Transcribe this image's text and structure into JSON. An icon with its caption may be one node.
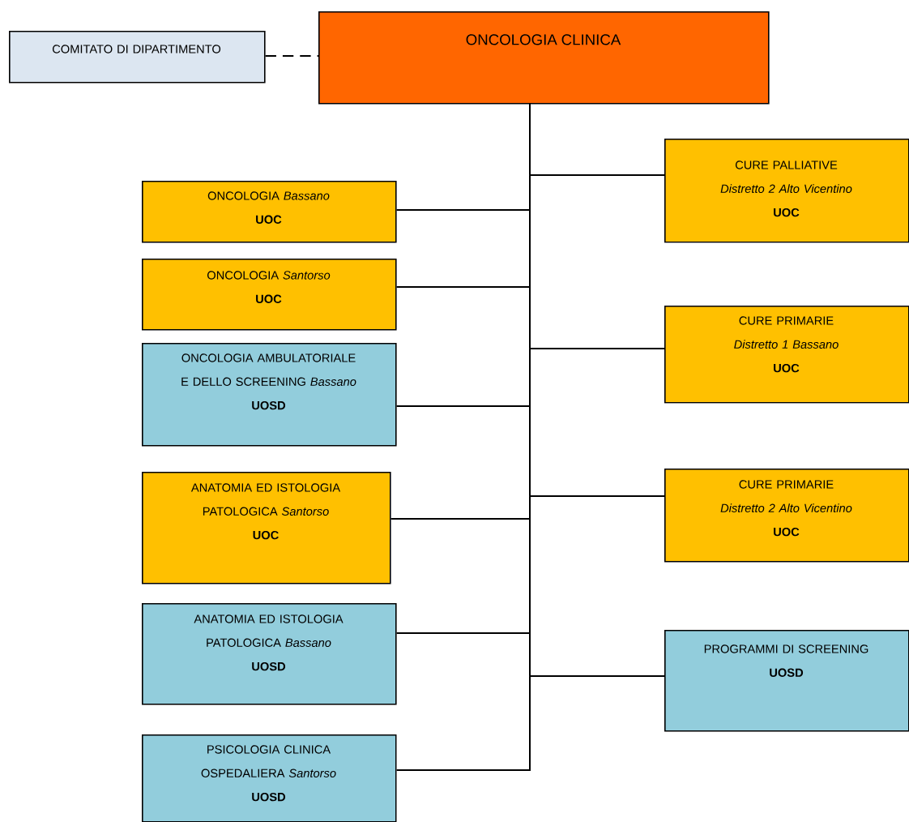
{
  "diagram": {
    "nodes": [
      {
        "text": [
          "COMITATO DI DIPARTIMENTO"
        ]
      },
      {
        "text": [
          "ONCOLOGIA CLINICA"
        ]
      },
      {
        "text": [
          "ONCOLOGIA *Bassano*",
          "UOC"
        ]
      },
      {
        "text": [
          "ONCOLOGIA *Santorso*",
          "UOC"
        ]
      },
      {
        "text": [
          "ONCOLOGIA AMBULATORIALE E DELLO SCREENING *Bassano*",
          "UOSD"
        ]
      },
      {
        "text": [
          "ANATOMIA ED ISTOLOGIA PATOLOGICA *Santorso*",
          "UOC"
        ]
      },
      {
        "text": [
          "ANATOMIA ED ISTOLOGIA PATOLOGICA *Bassano*",
          "UOSD"
        ]
      },
      {
        "text": [
          "PSICOLOGIA CLINICA OSPEDALIERA *Santorso*",
          "UOSD"
        ]
      },
      {
        "text": [
          "CURE PALLIATIVE",
          "Distretto 2 Alto Vicentino",
          "UOC"
        ]
      },
      {
        "text": [
          "CURE PRIMARIE",
          "Distretto 1 Bassano",
          "UOC"
        ]
      },
      {
        "text": [
          "CURE PRIMARIE",
          "Distretto 2 Alto Vicentino",
          "UOC"
        ]
      },
      {
        "text": [
          "PROGRAMMI DI SCREENING",
          "UOSD"
        ]
      }
    ],
    "edges": [
      {
        "from": 0,
        "to": 1,
        "arrow": "none",
        "style": "dashed"
      },
      {
        "from": 1,
        "to": 2,
        "arrow": "none"
      },
      {
        "from": 1,
        "to": 3,
        "arrow": "none"
      },
      {
        "from": 1,
        "to": 4,
        "arrow": "none"
      },
      {
        "from": 1,
        "to": 5,
        "arrow": "none"
      },
      {
        "from": 1,
        "to": 6,
        "arrow": "none"
      },
      {
        "from": 1,
        "to": 7,
        "arrow": "none"
      },
      {
        "from": 1,
        "to": 8,
        "arrow": "none"
      },
      {
        "from": 1,
        "to": 9,
        "arrow": "none"
      },
      {
        "from": 1,
        "to": 10,
        "arrow": "none"
      },
      {
        "from": 1,
        "to": 11,
        "arrow": "none"
      }
    ]
  }
}
